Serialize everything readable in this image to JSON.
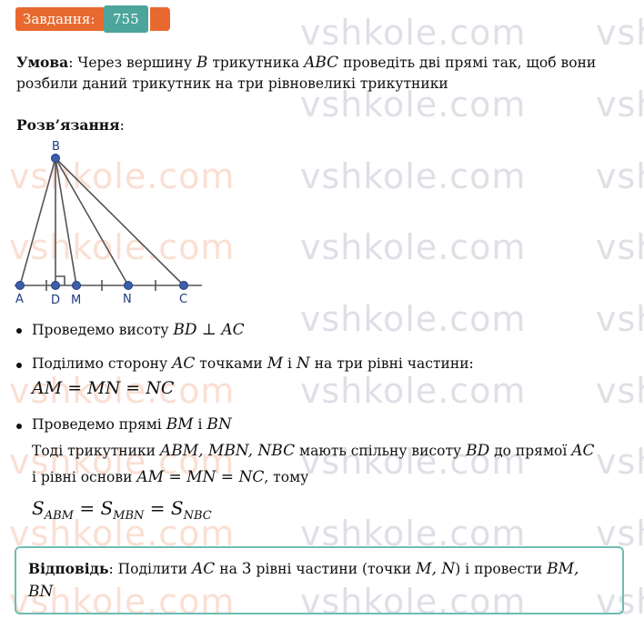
{
  "task": {
    "label": "Завдання:",
    "number": "755"
  },
  "watermark": "vshkole.com",
  "condition": {
    "title": "Умова",
    "line1_pre": ": Через вершину ",
    "line1_B": "B",
    "line1_mid": " трикутника ",
    "line1_ABC": "ABC",
    "line1_post": " проведіть дві прямі так, щоб вони",
    "line2": "розбили даний трикутник на три рівновеликі трикутники"
  },
  "solution_title": "Розв’язання",
  "solution_colon": ":",
  "figure": {
    "points": {
      "B": "B",
      "A": "A",
      "D": "D",
      "M": "M",
      "N": "N",
      "C": "C"
    }
  },
  "steps": {
    "s1_text": "Проведемо висоту ",
    "s1_math": "BD ⊥ AC",
    "s2_text": "Поділимо сторону ",
    "s2_AC": "AC",
    "s2_mid": " точками ",
    "s2_M": "M",
    "s2_i": " і ",
    "s2_N": "N",
    "s2_post": " на три рівні частини:",
    "s2_eq": "AM = MN = NC",
    "s3_text": "Проведемо прямі ",
    "s3_BM": "BM",
    "s3_i": " і ",
    "s3_BN": "BN",
    "s3_l2_pre": "Тоді трикутники ",
    "s3_l2_tri": "ABM, MBN, NBC",
    "s3_l2_mid": " мають спільну висоту ",
    "s3_l2_BD": "BD",
    "s3_l2_post": " до прямої ",
    "s3_l2_AC": "AC",
    "s3_l3_pre": "і рівні основи ",
    "s3_l3_eq": "AM = MN = NC",
    "s3_l3_post": ", тому",
    "s3_area_S": "S",
    "s3_area_ABM": "ABM",
    "s3_area_eq1": " = ",
    "s3_area_MBN": "MBN",
    "s3_area_eq2": " = ",
    "s3_area_NBC": "NBC"
  },
  "answer": {
    "title": "Відповідь",
    "l1_pre": ": Поділити ",
    "l1_AC": "AC",
    "l1_mid": " на ",
    "l1_3": "3",
    "l1_mid2": " рівні частини (точки ",
    "l1_MN": "M, N",
    "l1_mid3": ") і провести ",
    "l1_BM": "BM,",
    "l2_BN": "BN"
  }
}
